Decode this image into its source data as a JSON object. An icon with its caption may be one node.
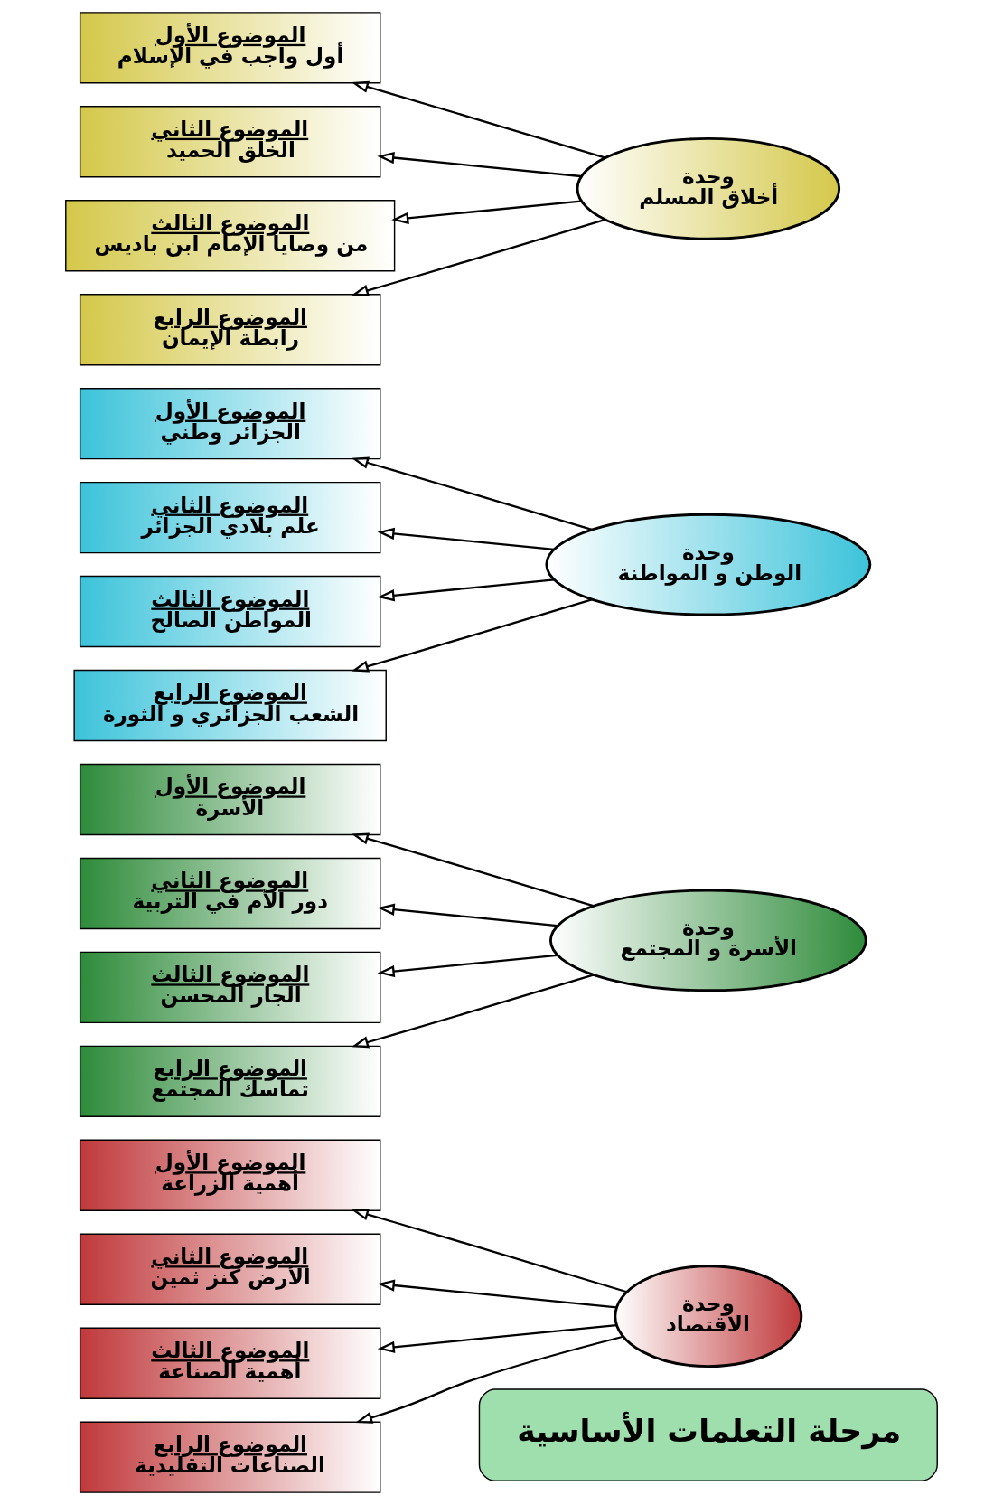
{
  "diagram": {
    "nodes": [
      {
        "text": [
          "مرحلة التعلمات الأساسية"
        ]
      },
      {
        "text": [
          "وحدة",
          "الاقتصاد"
        ]
      },
      {
        "text": [
          "الموضوع الأول",
          "أهمية الزراعة"
        ]
      },
      {
        "text": [
          "الموضوع الثاني",
          "الأرض كنز ثمين"
        ]
      },
      {
        "text": [
          "الموضوع الثالث",
          "أهمية الصناعة"
        ]
      },
      {
        "text": [
          "الموضوع الرابع",
          "الصناعات التقليدية"
        ]
      },
      {
        "text": [
          "وحدة",
          "الأسرة و المجتمع"
        ]
      },
      {
        "text": [
          "الموضوع الأول",
          "الأسرة"
        ]
      },
      {
        "text": [
          "الموضوع الثاني",
          "دور الأم في التربية"
        ]
      },
      {
        "text": [
          "الموضوع الثالث",
          "الجار المحسن"
        ]
      },
      {
        "text": [
          "الموضوع الرابع",
          "تماسك المجتمع"
        ]
      },
      {
        "text": [
          "وحدة",
          "الوطن و المواطنة"
        ]
      },
      {
        "text": [
          "الموضوع الأول",
          "الجزائر وطني"
        ]
      },
      {
        "text": [
          "الموضوع الثاني",
          "علم بلادي الجزائر"
        ]
      },
      {
        "text": [
          "الموضوع الثالث",
          "المواطن الصالح"
        ]
      },
      {
        "text": [
          "الموضوع الرابع",
          "الشعب الجزائري و الثورة"
        ]
      },
      {
        "text": [
          "وحدة",
          "أخلاق المسلم"
        ]
      },
      {
        "text": [
          "الموضوع الأول",
          "أول واجب في الإسلام"
        ]
      },
      {
        "text": [
          "الموضوع الثاني",
          "الخلق الحميد"
        ]
      },
      {
        "text": [
          "الموضوع الثالث",
          "من وصايا الإمام ابن باديس"
        ]
      },
      {
        "text": [
          "الموضوع الرابع",
          "رابطة الإيمان"
        ]
      }
    ],
    "edges": [
      {
        "from": 1,
        "to": 2,
        "arrow": "to"
      },
      {
        "from": 1,
        "to": 3,
        "arrow": "to"
      },
      {
        "from": 1,
        "to": 4,
        "arrow": "to"
      },
      {
        "from": 1,
        "to": 5,
        "arrow": "to"
      },
      {
        "from": 6,
        "to": 7,
        "arrow": "to"
      },
      {
        "from": 6,
        "to": 8,
        "arrow": "to"
      },
      {
        "from": 6,
        "to": 9,
        "arrow": "to"
      },
      {
        "from": 6,
        "to": 10,
        "arrow": "to"
      },
      {
        "from": 11,
        "to": 12,
        "arrow": "to"
      },
      {
        "from": 11,
        "to": 13,
        "arrow": "to"
      },
      {
        "from": 11,
        "to": 14,
        "arrow": "to"
      },
      {
        "from": 11,
        "to": 15,
        "arrow": "to"
      },
      {
        "from": 16,
        "to": 17,
        "arrow": "to"
      },
      {
        "from": 16,
        "to": 18,
        "arrow": "to"
      },
      {
        "from": 16,
        "to": 19,
        "arrow": "to"
      },
      {
        "from": 16,
        "to": 20,
        "arrow": "to"
      }
    ]
  }
}
